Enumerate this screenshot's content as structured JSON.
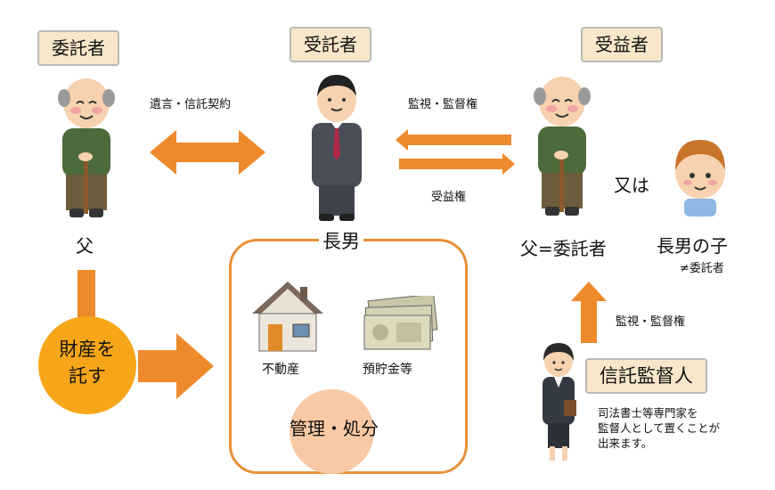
{
  "roles": {
    "settlor": "委託者",
    "trustee": "受託者",
    "beneficiary": "受益者",
    "supervisor": "信託監督人"
  },
  "labels": {
    "will_contract": "遺言・信託契約",
    "monitor_top": "監視・監督権",
    "beneficial_right": "受益権",
    "father": "父",
    "eldest_son": "長男",
    "father_eq_settlor": "父=委託者",
    "or": "又は",
    "son_child": "長男の子",
    "not_settlor": "≠委託者",
    "monitor_bottom": "監視・監督権",
    "entrust_property": "財産を託す",
    "real_estate": "不動産",
    "deposits": "預貯金等",
    "management": "管理・処分",
    "note_line1": "司法書士等専門家を",
    "note_line2": "監督人として置くことが",
    "note_line3": "出来ます。"
  },
  "icons": {
    "person_elder_settlor": "elderly-man-with-cane-icon",
    "person_trustee": "man-in-suit-icon",
    "person_elder_beneficiary": "elderly-man-with-cane-icon",
    "person_child": "boy-face-icon",
    "person_supervisor": "woman-in-suit-icon",
    "house": "house-icon",
    "money": "banknotes-icon"
  },
  "colors": {
    "arrow": "#ee8a2c",
    "role_box_bg": "#f8e7c9",
    "frame": "#e8913a",
    "circle_orange": "#f7a619",
    "circle_peach": "#f8c9a4"
  }
}
